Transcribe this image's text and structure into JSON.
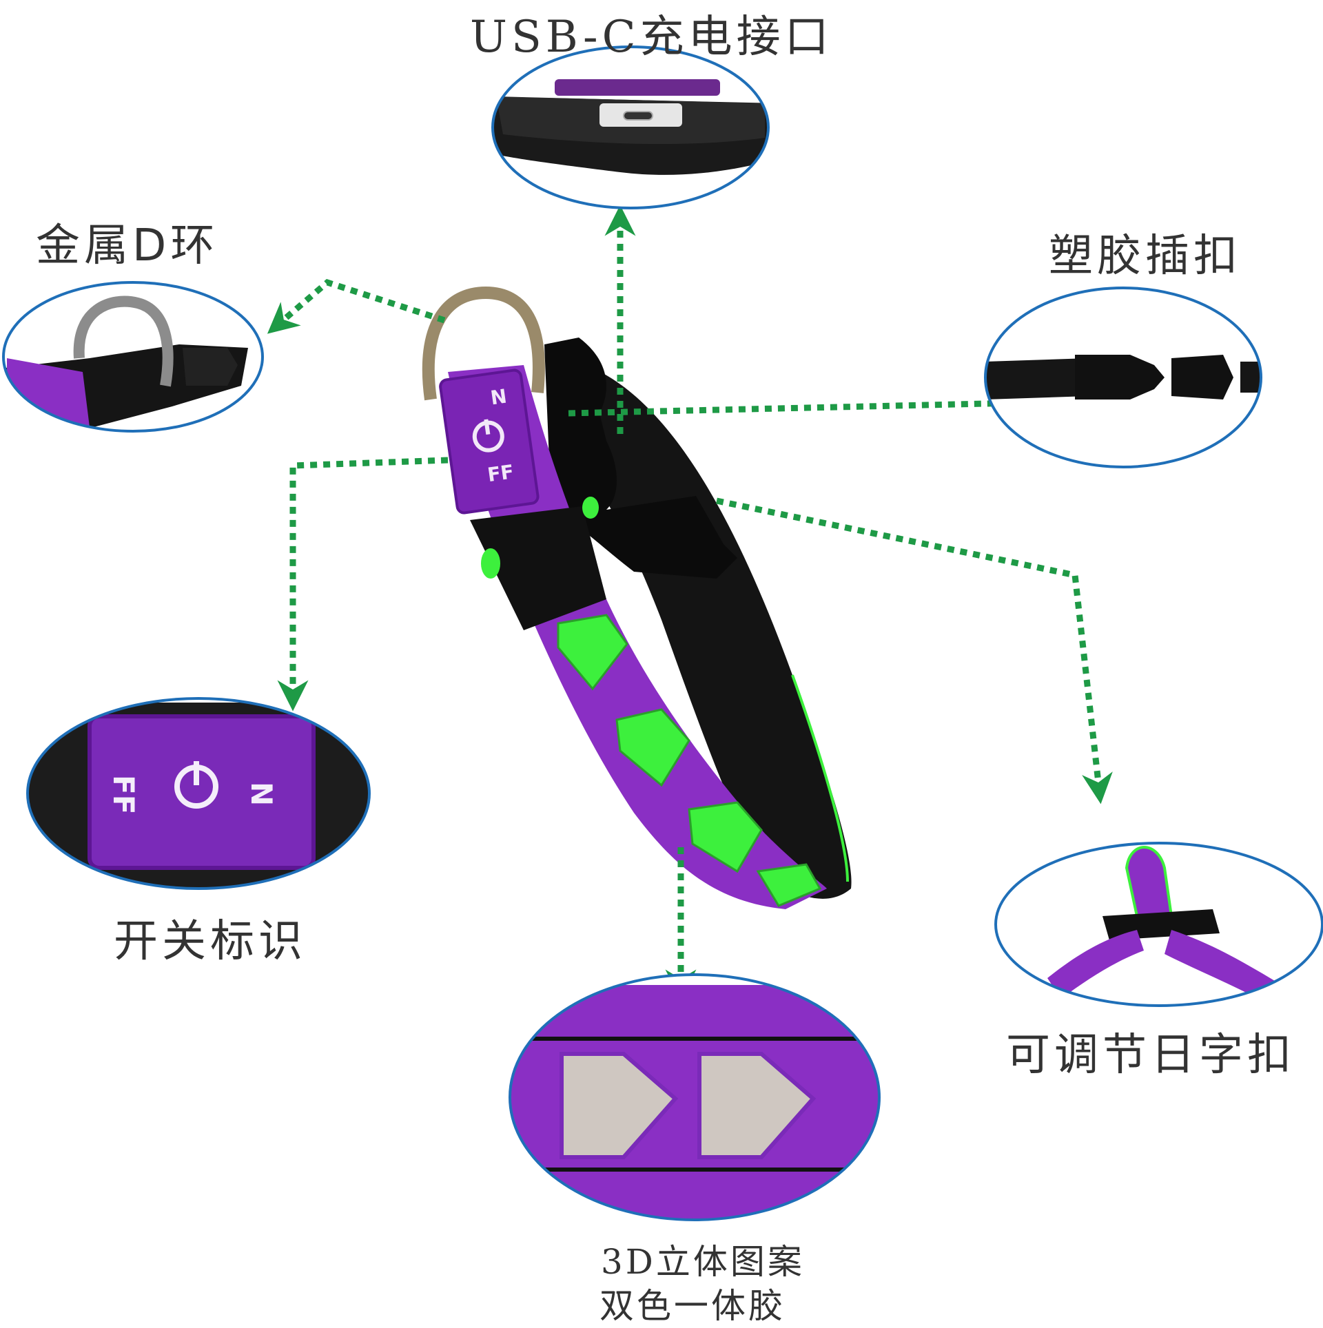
{
  "colors": {
    "accent_green": "#1e9a46",
    "callout_outline": "#1f6fb8",
    "collar_purple": "#8a2fc4",
    "webbing_black": "#141414",
    "glow_green": "#3df03d"
  },
  "labels": {
    "usb_port": "USB-C充电接口",
    "d_ring": "金属D环",
    "plastic_buckle": "塑胶插扣",
    "switch_logo": "开关标识",
    "adjuster": "可调节日字扣",
    "pattern_line1": "3D立体图案",
    "pattern_line2": "双色一体胶"
  },
  "badge": {
    "on_text": "N",
    "off_text": "FF"
  }
}
